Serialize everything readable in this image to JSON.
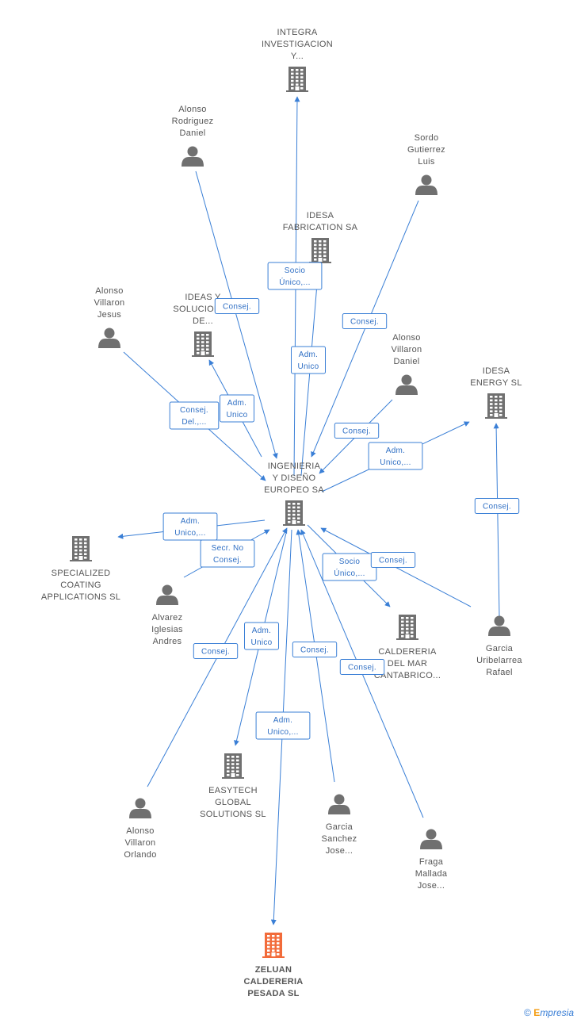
{
  "colors": {
    "edge": "#3a7fd6",
    "node_icon": "#707070",
    "highlight_icon": "#f26b3a",
    "text": "#555555"
  },
  "nodes": [
    {
      "id": "integra",
      "type": "company",
      "label": [
        "INTEGRA",
        "INVESTIGACION",
        "Y..."
      ]
    },
    {
      "id": "alonso_rodriguez",
      "type": "person",
      "label": [
        "Alonso",
        "Rodriguez",
        "Daniel"
      ]
    },
    {
      "id": "sordo",
      "type": "person",
      "label": [
        "Sordo",
        "Gutierrez",
        "Luis"
      ]
    },
    {
      "id": "idesa_fab",
      "type": "company",
      "label": [
        "IDESA",
        "FABRICATION SA"
      ]
    },
    {
      "id": "alonso_villaron_jesus",
      "type": "person",
      "label": [
        "Alonso",
        "Villaron",
        "Jesus"
      ]
    },
    {
      "id": "ideas",
      "type": "company",
      "label": [
        "IDEAS Y",
        "SOLUCIONES",
        "DE..."
      ]
    },
    {
      "id": "alonso_villaron_daniel",
      "type": "person",
      "label": [
        "Alonso",
        "Villaron",
        "Daniel"
      ]
    },
    {
      "id": "idesa_energy",
      "type": "company",
      "label": [
        "IDESA",
        "ENERGY  SL"
      ]
    },
    {
      "id": "center",
      "type": "company",
      "label": [
        "INGENIERIA",
        "Y DISEÑO",
        "EUROPEO SA"
      ]
    },
    {
      "id": "specialized",
      "type": "company",
      "label": [
        "SPECIALIZED",
        "COATING",
        "APPLICATIONS SL"
      ]
    },
    {
      "id": "alvarez",
      "type": "person",
      "label": [
        "Alvarez",
        "Iglesias",
        "Andres"
      ]
    },
    {
      "id": "caldereria_mar",
      "type": "company",
      "label": [
        "CALDERERIA",
        "DEL MAR",
        "CANTABRICO..."
      ]
    },
    {
      "id": "garcia_uribe",
      "type": "person",
      "label": [
        "Garcia",
        "Uribelarrea",
        "Rafael"
      ]
    },
    {
      "id": "easytech",
      "type": "company",
      "label": [
        "EASYTECH",
        "GLOBAL",
        "SOLUTIONS SL"
      ]
    },
    {
      "id": "alonso_villaron_orlando",
      "type": "person",
      "label": [
        "Alonso",
        "Villaron",
        "Orlando"
      ]
    },
    {
      "id": "garcia_sanchez",
      "type": "person",
      "label": [
        "Garcia",
        "Sanchez",
        "Jose..."
      ]
    },
    {
      "id": "fraga",
      "type": "person",
      "label": [
        "Fraga",
        "Mallada",
        "Jose..."
      ]
    },
    {
      "id": "zeluan",
      "type": "company",
      "highlight": true,
      "label": [
        "ZELUAN",
        "CALDERERIA",
        "PESADA  SL"
      ]
    }
  ],
  "edges": [
    {
      "from": "center",
      "to": "integra",
      "label": [
        "Socio",
        "Único,..."
      ]
    },
    {
      "from": "alonso_rodriguez",
      "to": "center",
      "label": [
        "Consej."
      ]
    },
    {
      "from": "sordo",
      "to": "center",
      "label": [
        "Consej."
      ]
    },
    {
      "from": "center",
      "to": "idesa_fab",
      "label": [
        "Adm.",
        "Unico"
      ]
    },
    {
      "from": "alonso_villaron_jesus",
      "to": "center",
      "label": [
        "Consej.",
        "Del.,..."
      ]
    },
    {
      "from": "center",
      "to": "ideas",
      "label": [
        "Adm.",
        "Unico"
      ]
    },
    {
      "from": "alonso_villaron_daniel",
      "to": "center",
      "label": [
        "Consej."
      ]
    },
    {
      "from": "center",
      "to": "idesa_energy",
      "label": [
        "Adm.",
        "Unico,..."
      ]
    },
    {
      "from": "garcia_uribe",
      "to": "idesa_energy",
      "label": [
        "Consej."
      ]
    },
    {
      "from": "center",
      "to": "specialized",
      "label": [
        "Adm.",
        "Unico,..."
      ]
    },
    {
      "from": "alvarez",
      "to": "center",
      "label": [
        "Secr.  No",
        "Consej."
      ]
    },
    {
      "from": "center",
      "to": "caldereria_mar",
      "label": [
        "Socio",
        "Único,..."
      ]
    },
    {
      "from": "garcia_uribe",
      "to": "center",
      "label": [
        "Consej."
      ]
    },
    {
      "from": "center",
      "to": "easytech",
      "label": [
        "Adm.",
        "Unico"
      ]
    },
    {
      "from": "alonso_villaron_orlando",
      "to": "center",
      "label": [
        "Consej."
      ]
    },
    {
      "from": "center",
      "to": "zeluan",
      "label": [
        "Adm.",
        "Unico,..."
      ]
    },
    {
      "from": "garcia_sanchez",
      "to": "center",
      "label": [
        "Consej."
      ]
    },
    {
      "from": "fraga",
      "to": "center",
      "label": [
        "Consej."
      ]
    }
  ],
  "watermark": {
    "copyright": "©",
    "brand_initial": "E",
    "brand_rest": "mpresia"
  }
}
